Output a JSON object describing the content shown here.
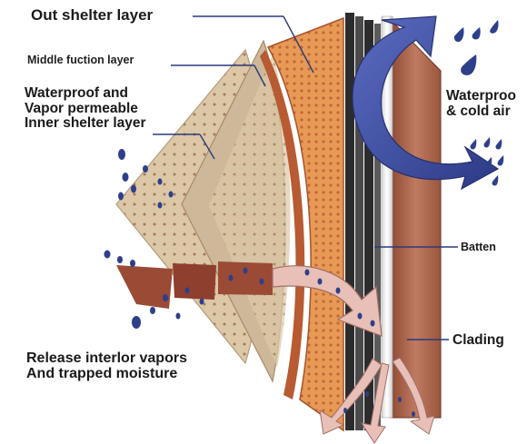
{
  "labels": {
    "out_shelter_layer": "Out shelter layer",
    "middle_function_layer": "Middle fuction layer",
    "inner_shelter_layer": "Waterproof and\nVapor permeable\nInner shelter layer",
    "waterproof_cold_air": "Waterproo\n& cold air",
    "batten": "Batten",
    "clading": "Clading",
    "release_vapors": "Release interlor vapors\nAnd trapped moisture"
  },
  "colors": {
    "outer_layer": "#e79a55",
    "outer_dots": "#c4663a",
    "middle_layer": "#c8b294",
    "inner_layer": "#dcc7a6",
    "inner_dots": "#9c7a5a",
    "cladding": "#b5705a",
    "batten": "#3a3a3a",
    "airflow_arrow": "#3d4d9c",
    "vapor_arrow": "#e8c0b8",
    "vapor_band": "#9b4a36",
    "droplets": "#2e3f8a",
    "leader_lines": "#2b3a7a"
  },
  "icons": {
    "airflow": "curved-arrow-icon",
    "vapor": "vapor-arrow-icon",
    "droplet": "water-droplet-icon"
  }
}
